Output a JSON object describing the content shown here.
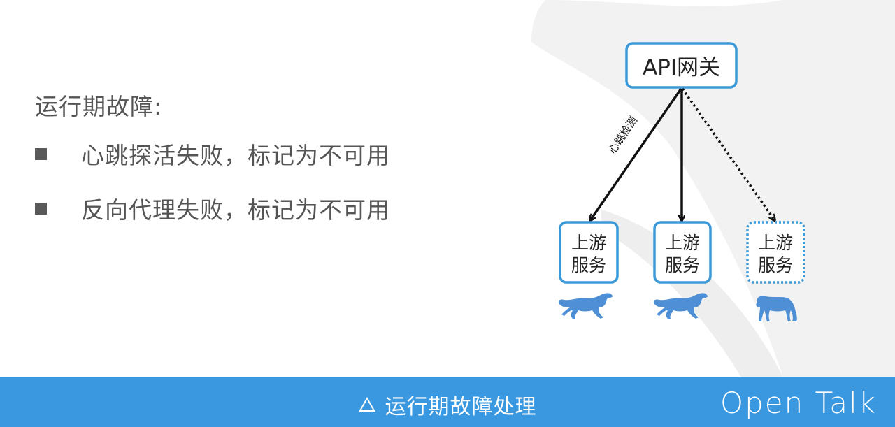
{
  "slide": {
    "heading": "运行期故障:",
    "bullets": [
      {
        "text": "心跳探活失败，标记为不可用"
      },
      {
        "text": "反向代理失败，标记为不可用"
      }
    ]
  },
  "diagram": {
    "gateway_label": "API网关",
    "heartbeat_label": "心跳检测",
    "services": [
      {
        "line1": "上游",
        "line2": "服务",
        "status": "available"
      },
      {
        "line1": "上游",
        "line2": "服务",
        "status": "available"
      },
      {
        "line1": "上游",
        "line2": "服务",
        "status": "unavailable"
      }
    ],
    "colors": {
      "box_border": "#3a9ad9",
      "horse": "#4f8fd6",
      "arrow": "#111111"
    }
  },
  "footer": {
    "title": "运行期故障处理",
    "brand": "Open Talk",
    "icon": "triangle-icon",
    "background": "#3a98e0"
  }
}
